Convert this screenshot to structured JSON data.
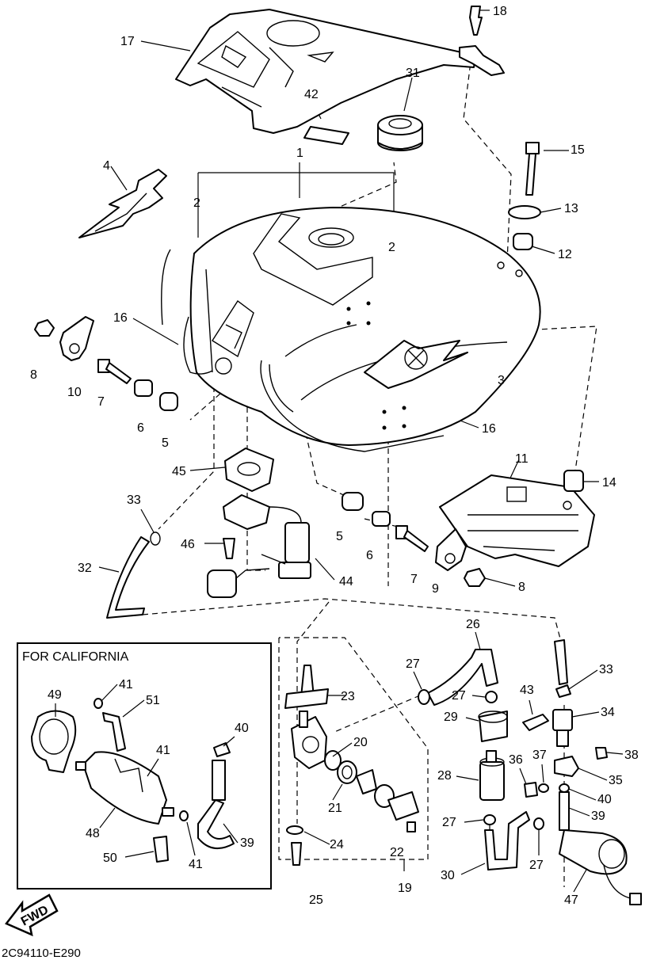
{
  "inset": {
    "title": "FOR CALIFORNIA"
  },
  "fwd_label": "FWD",
  "drawing_code": "2C94110-E290",
  "callouts": {
    "c1": "1",
    "c2a": "2",
    "c2b": "2",
    "c3": "3",
    "c4": "4",
    "c5a": "5",
    "c5b": "5",
    "c6a": "6",
    "c6b": "6",
    "c7a": "7",
    "c7b": "7",
    "c8a": "8",
    "c8b": "8",
    "c9": "9",
    "c10": "10",
    "c11": "11",
    "c12": "12",
    "c13": "13",
    "c14": "14",
    "c15": "15",
    "c16a": "16",
    "c16b": "16",
    "c17": "17",
    "c18": "18",
    "c19": "19",
    "c20": "20",
    "c21": "21",
    "c22": "22",
    "c23": "23",
    "c24": "24",
    "c25": "25",
    "c26": "26",
    "c27a": "27",
    "c27b": "27",
    "c27c": "27",
    "c27d": "27",
    "c28": "28",
    "c29": "29",
    "c30": "30",
    "c31": "31",
    "c32": "32",
    "c33a": "33",
    "c33b": "33",
    "c34": "34",
    "c35": "35",
    "c36": "36",
    "c37": "37",
    "c38": "38",
    "c39a": "39",
    "c39b": "39",
    "c40a": "40",
    "c40b": "40",
    "c41a": "41",
    "c41b": "41",
    "c41c": "41",
    "c42": "42",
    "c43": "43",
    "c44": "44",
    "c45": "45",
    "c46": "46",
    "c47": "47",
    "c48": "48",
    "c49": "49",
    "c50": "50",
    "c51": "51"
  }
}
